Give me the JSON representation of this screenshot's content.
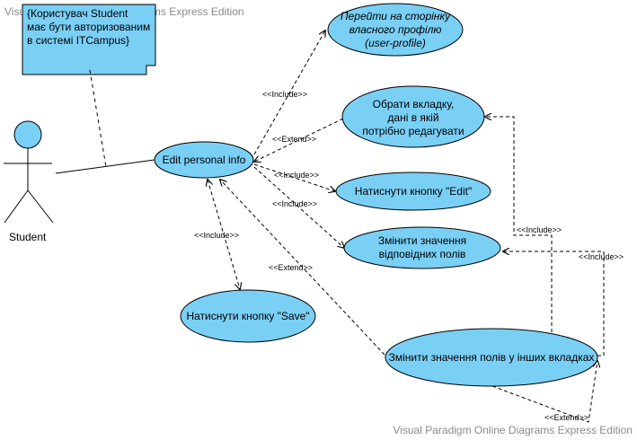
{
  "watermark_top": "Visual Paradigm Online Diagrams Express Edition",
  "watermark_bottom": "Visual Paradigm Online Diagrams Express Edition",
  "note": {
    "line1": "{Користувач Student",
    "line2": "має бути авторизованим",
    "line3": "в системі ITCampus}"
  },
  "actor": {
    "name": "Student"
  },
  "use_cases": {
    "edit_info": "Edit personal info",
    "profile": {
      "line1": "Перейти на сторінку",
      "line2": "власного профілю",
      "line3": "(user-profile)"
    },
    "select_tab": {
      "line1": "Обрати вкладку,",
      "line2": "дані в якій",
      "line3": "потрібно редагувати"
    },
    "press_edit": "Натиснути кнопку \"Edit\"",
    "change_fields": {
      "line1": "Змінити значення",
      "line2": "відповідних полів"
    },
    "press_save": "Натиснути кнопку \"Save\"",
    "change_other_tabs": "Змінити значення полів у інших вкладках"
  },
  "relations": {
    "include": "<<Include>>",
    "extend": "<<Extend>>"
  },
  "colors": {
    "use_case_fill": "#7ACFF5",
    "note_fill": "#7ACFF5",
    "stroke": "#000000"
  }
}
